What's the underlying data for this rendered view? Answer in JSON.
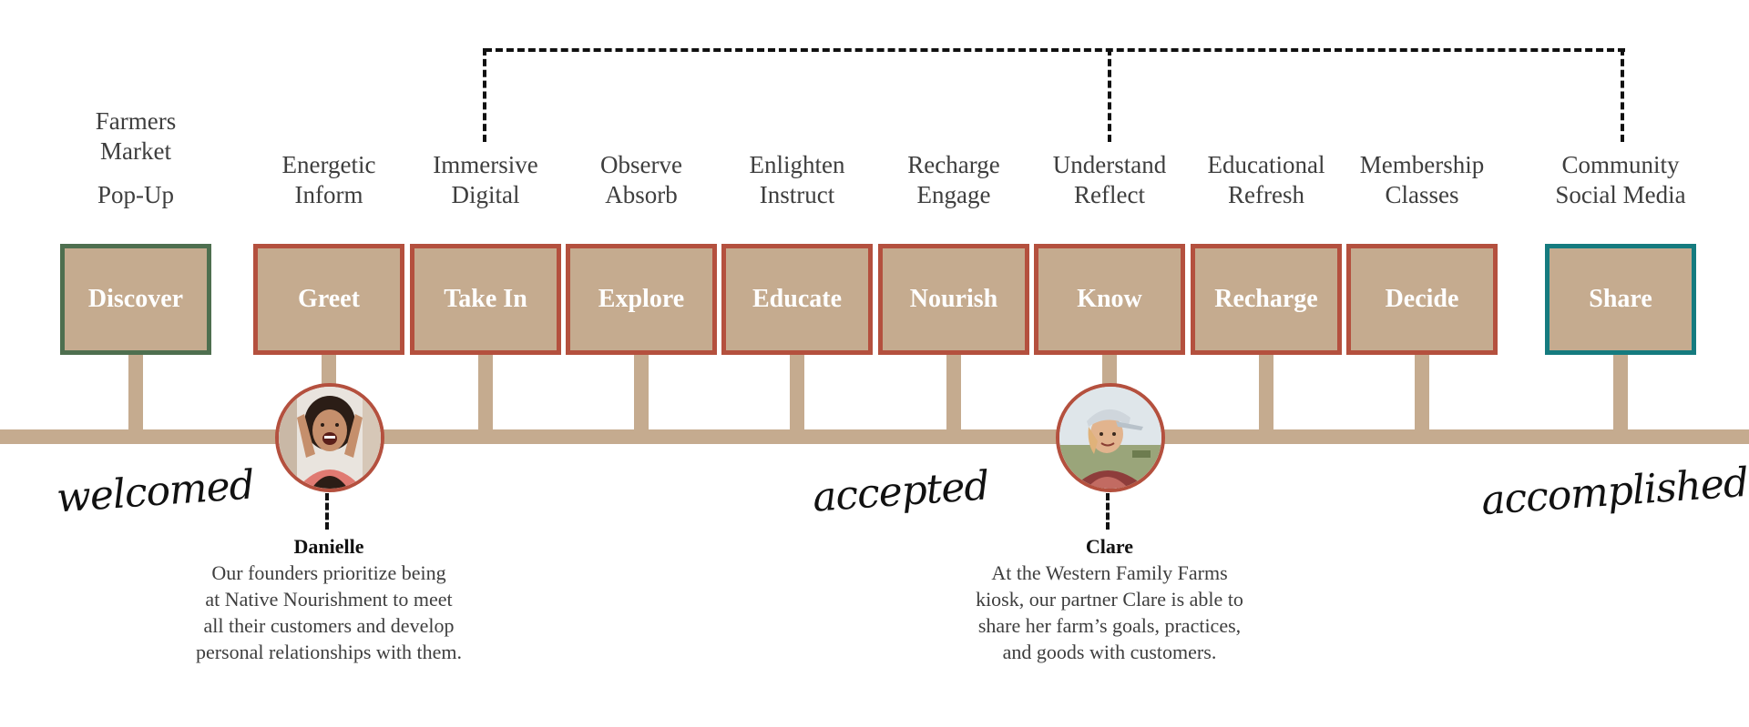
{
  "stages": [
    {
      "label": "Discover",
      "lines": [
        "Farmers",
        "Market",
        "Pop-Up"
      ]
    },
    {
      "label": "Greet",
      "lines": [
        "Energetic",
        "Inform"
      ]
    },
    {
      "label": "Take In",
      "lines": [
        "Immersive",
        "Digital"
      ]
    },
    {
      "label": "Explore",
      "lines": [
        "Observe",
        "Absorb"
      ]
    },
    {
      "label": "Educate",
      "lines": [
        "Enlighten",
        "Instruct"
      ]
    },
    {
      "label": "Nourish",
      "lines": [
        "Recharge",
        "Engage"
      ]
    },
    {
      "label": "Know",
      "lines": [
        "Understand",
        "Reflect"
      ]
    },
    {
      "label": "Recharge",
      "lines": [
        "Educational",
        "Refresh"
      ]
    },
    {
      "label": "Decide",
      "lines": [
        "Membership",
        "Classes"
      ]
    },
    {
      "label": "Share",
      "lines": [
        "Community",
        "Social Media"
      ]
    }
  ],
  "feelings": {
    "first": "welcomed",
    "second": "accepted",
    "third": "accomplished"
  },
  "people": {
    "danielle": {
      "name": "Danielle",
      "bio": "Our founders prioritize being\nat Native Nourishment to meet\nall their customers and develop\npersonal relationships with them."
    },
    "clare": {
      "name": "Clare",
      "bio": "At the Western Family Farms\nkiosk, our partner Clare is able to\nshare her farm’s goals, practices,\nand goods with customers."
    }
  },
  "colors": {
    "box_fill": "#c5ab8f",
    "border_default": "#b4503e",
    "border_discover": "#4e6f4f",
    "border_share": "#157b7f",
    "timeline": "#c5ab8f"
  }
}
